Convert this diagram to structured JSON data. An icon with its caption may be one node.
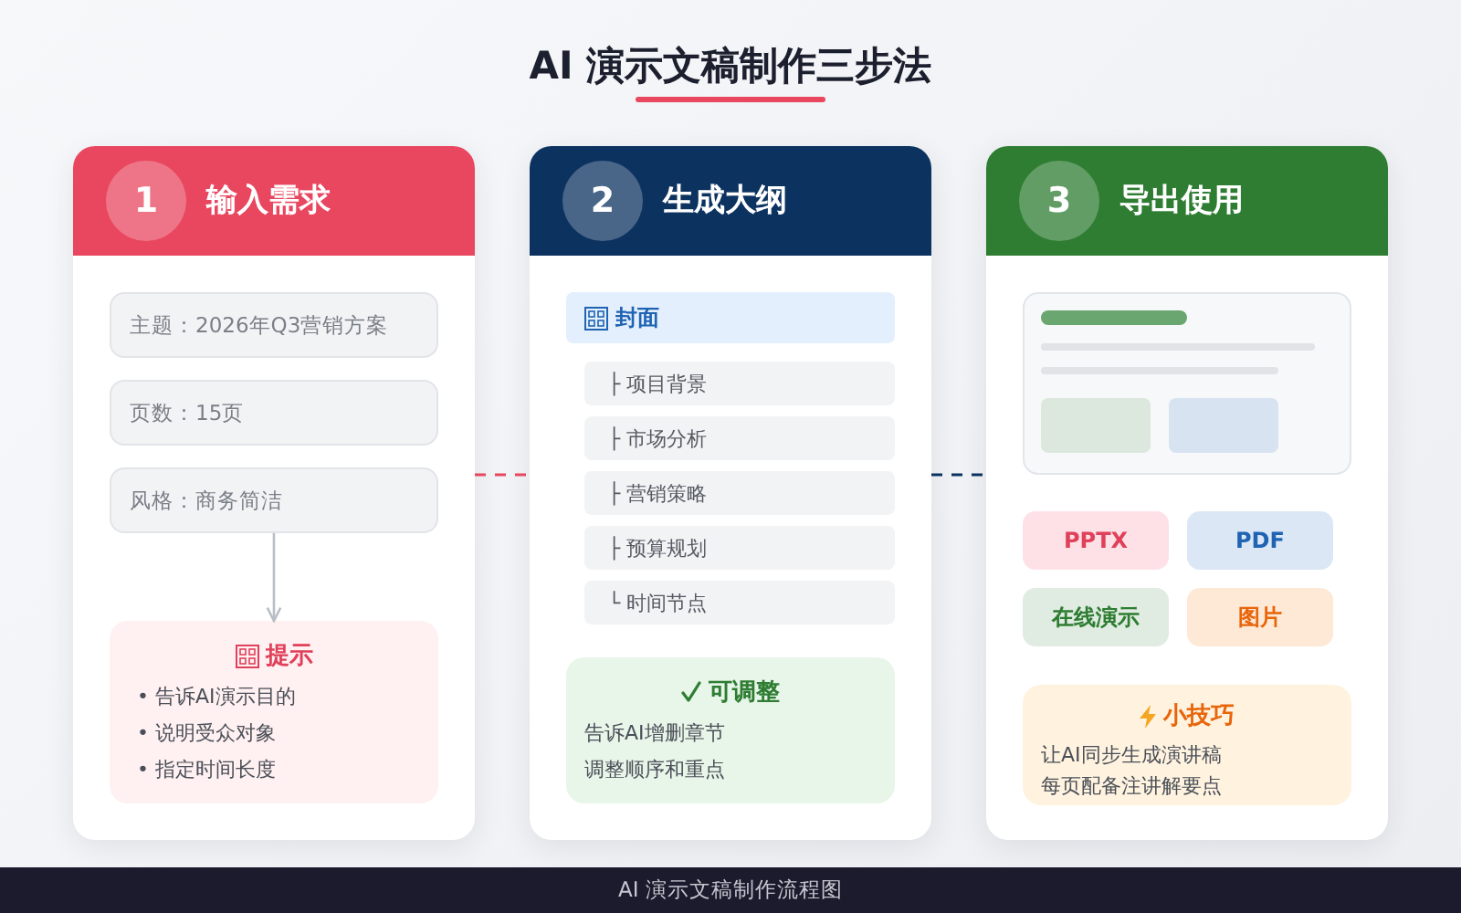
{
  "diagram": {
    "title": "AI 演示文稿制作三步法",
    "caption": "AI 演示文稿制作流程图",
    "nodes": [
      {
        "text": [
          "输入需求"
        ]
      },
      {
        "text": [
          "1"
        ],
        "in": 0
      },
      {
        "text": [
          "主题：2026年Q3营销方案"
        ],
        "in": 0
      },
      {
        "text": [
          "页数：15页"
        ],
        "in": 0
      },
      {
        "text": [
          "风格：商务简洁"
        ],
        "in": 0
      },
      {
        "text": [
          "提示",
          "• 告诉AI演示目的",
          "• 说明受众对象",
          "• 指定时间长度"
        ],
        "in": 0
      },
      {
        "text": [
          "生成大纲"
        ]
      },
      {
        "text": [
          "2"
        ],
        "in": 6
      },
      {
        "text": [
          "封面"
        ],
        "in": 6
      },
      {
        "text": [
          "├ 项目背景"
        ],
        "in": 6
      },
      {
        "text": [
          "├ 市场分析"
        ],
        "in": 6
      },
      {
        "text": [
          "├ 营销策略"
        ],
        "in": 6
      },
      {
        "text": [
          "├ 预算规划"
        ],
        "in": 6
      },
      {
        "text": [
          "└ 时间节点"
        ],
        "in": 6
      },
      {
        "text": [
          "可调整",
          "告诉AI增删章节",
          "调整顺序和重点"
        ],
        "in": 6
      },
      {
        "text": [
          "导出使用"
        ]
      },
      {
        "text": [
          "3"
        ],
        "in": 15
      },
      {
        "text": [
          "PPTX"
        ],
        "in": 15
      },
      {
        "text": [
          "PDF"
        ],
        "in": 15
      },
      {
        "text": [
          "在线演示"
        ],
        "in": 15
      },
      {
        "text": [
          "图片"
        ],
        "in": 15
      },
      {
        "text": [
          "小技巧",
          "让AI同步生成演讲稿",
          "每页配备注讲解要点"
        ],
        "in": 15
      }
    ],
    "edges": [
      {
        "from": 4,
        "to": 5,
        "arrow": "to"
      },
      {
        "from": 0,
        "to": 6,
        "arrow": "none",
        "style": "dashed",
        "color": "#e8475f"
      },
      {
        "from": 6,
        "to": 15,
        "arrow": "none",
        "style": "dashed",
        "color": "#0c3260"
      }
    ]
  }
}
